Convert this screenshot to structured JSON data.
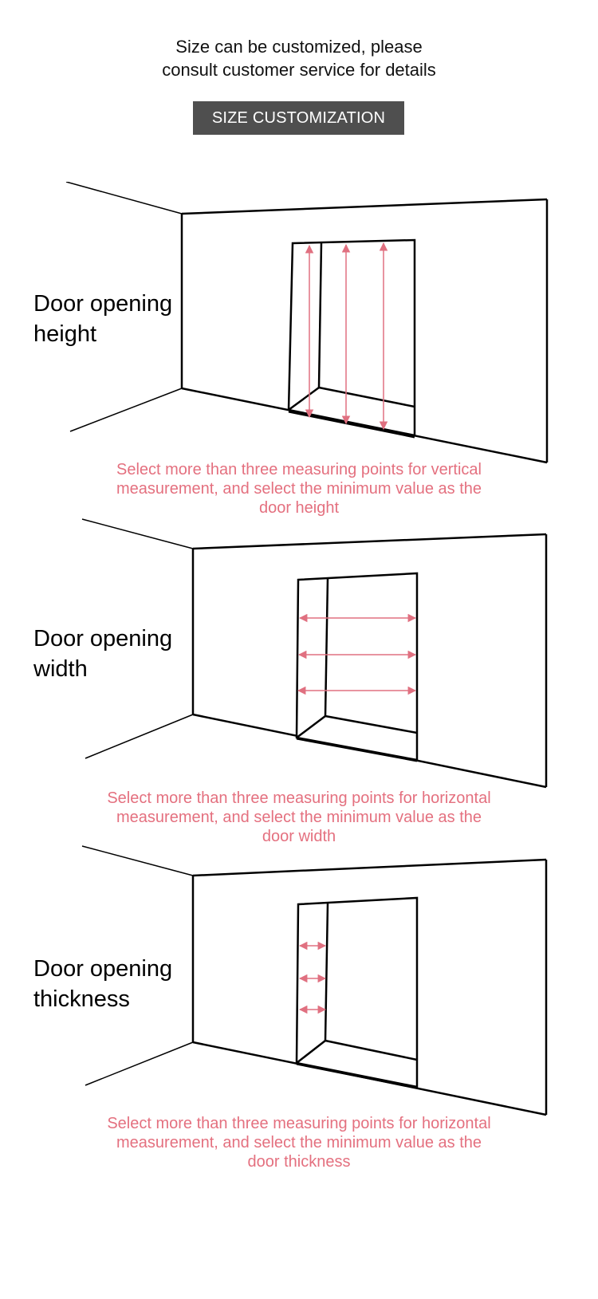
{
  "intro": {
    "line1": "Size can be customized, please",
    "line2": "consult customer service for details"
  },
  "button": {
    "label": "SIZE CUSTOMIZATION"
  },
  "sections": [
    {
      "label_line1": "Door opening",
      "label_line2": "height",
      "caption_line1": "Select more than three measuring points for vertical",
      "caption_line2": "measurement, and select the minimum value as the",
      "caption_line3": "door height"
    },
    {
      "label_line1": "Door opening",
      "label_line2": "width",
      "caption_line1": "Select more than three measuring points for horizontal",
      "caption_line2": "measurement, and select the minimum value as the",
      "caption_line3": "door width"
    },
    {
      "label_line1": "Door opening",
      "label_line2": "thickness",
      "caption_line1": "Select more than three measuring points for horizontal",
      "caption_line2": "measurement, and select the minimum value as the",
      "caption_line3": "door thickness"
    }
  ],
  "colors": {
    "line": "#000000",
    "arrow": "#e07080",
    "caption": "#e4707f",
    "button_bg": "#4f4f4f"
  }
}
